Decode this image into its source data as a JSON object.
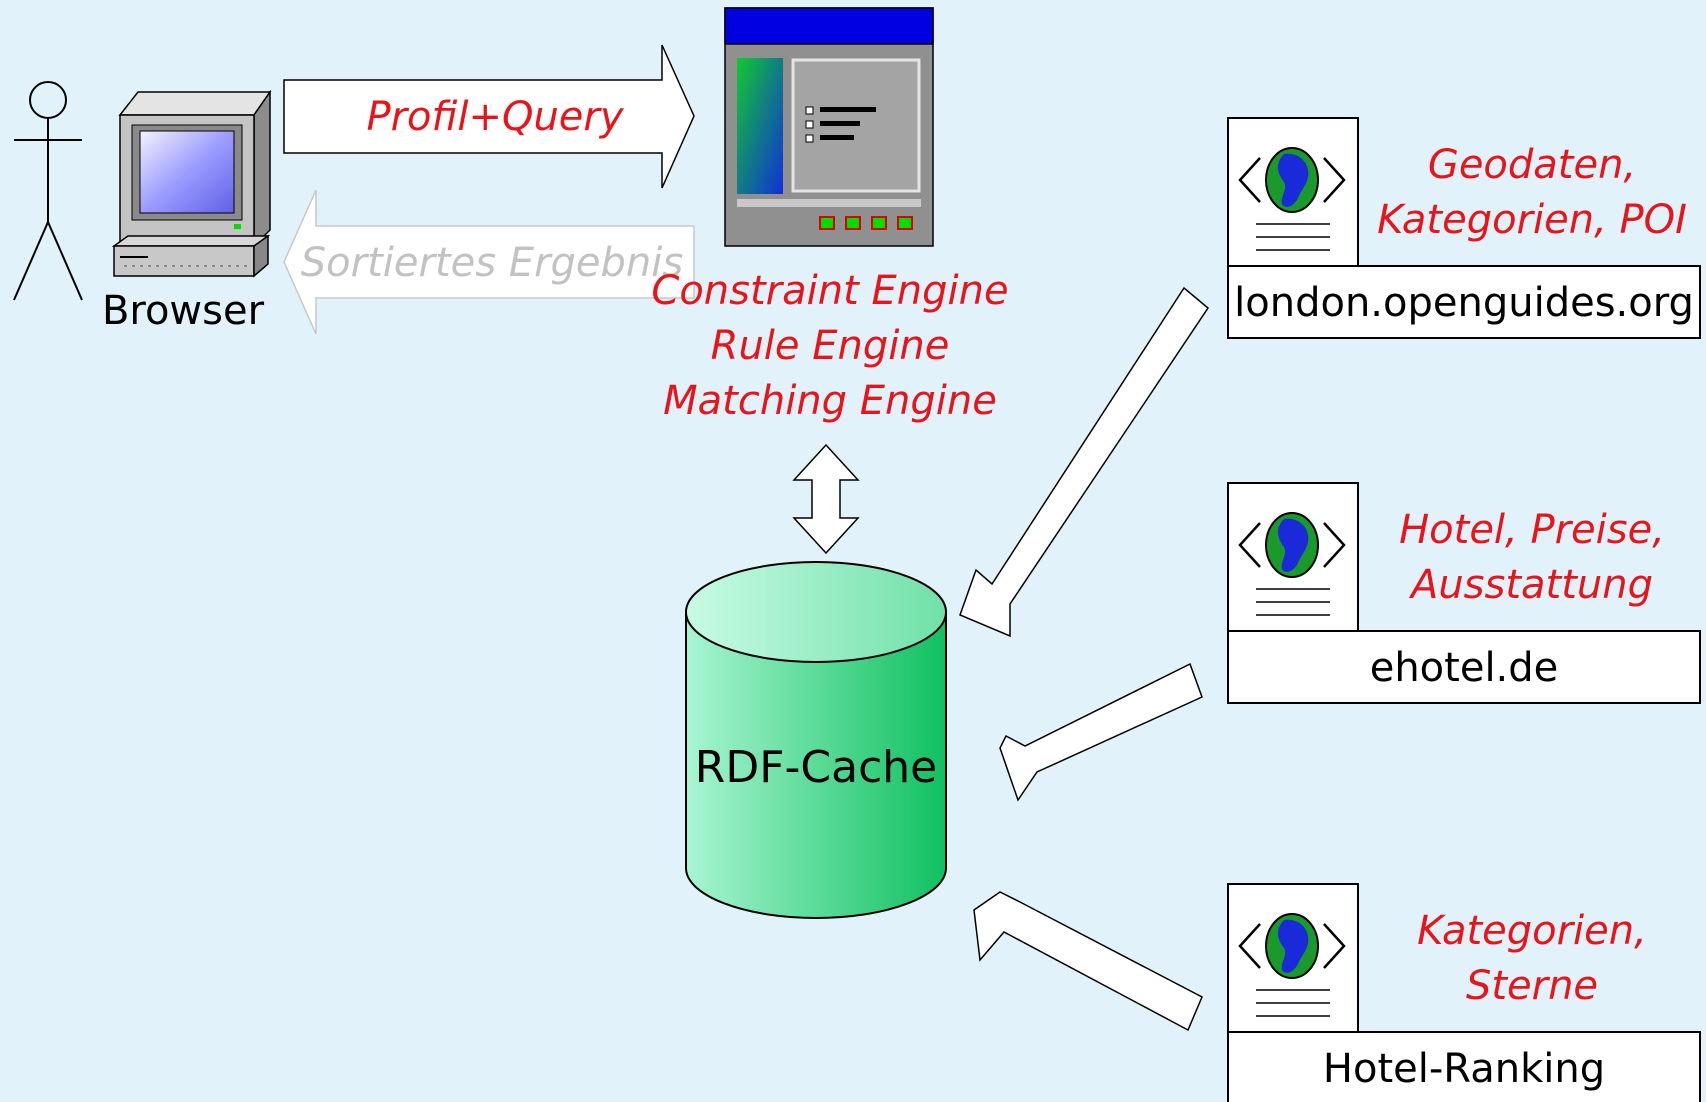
{
  "browser": {
    "label": "Browser"
  },
  "flows": {
    "request_label": "Profil+Query",
    "response_label": "Sortiertes Ergebnis"
  },
  "engine": {
    "lines": [
      "Constraint Engine",
      "Rule Engine",
      "Matching Engine"
    ]
  },
  "cache": {
    "label": "RDF-Cache"
  },
  "sources": [
    {
      "site": "london.openguides.org",
      "data_lines": [
        "Geodaten,",
        "Kategorien, POI"
      ]
    },
    {
      "site": "ehotel.de",
      "data_lines": [
        "Hotel, Preise,",
        "Ausstattung"
      ]
    },
    {
      "site": "Hotel-Ranking",
      "data_lines": [
        "Kategorien,",
        "Sterne"
      ]
    }
  ],
  "colors": {
    "background": "#e2f2fb",
    "accent_text": "#e8141a",
    "faded_text": "#c2c2c2",
    "cache_fill_light": "#a8f5d2",
    "cache_fill_dark": "#10c060",
    "window_titlebar": "#0000e0"
  }
}
